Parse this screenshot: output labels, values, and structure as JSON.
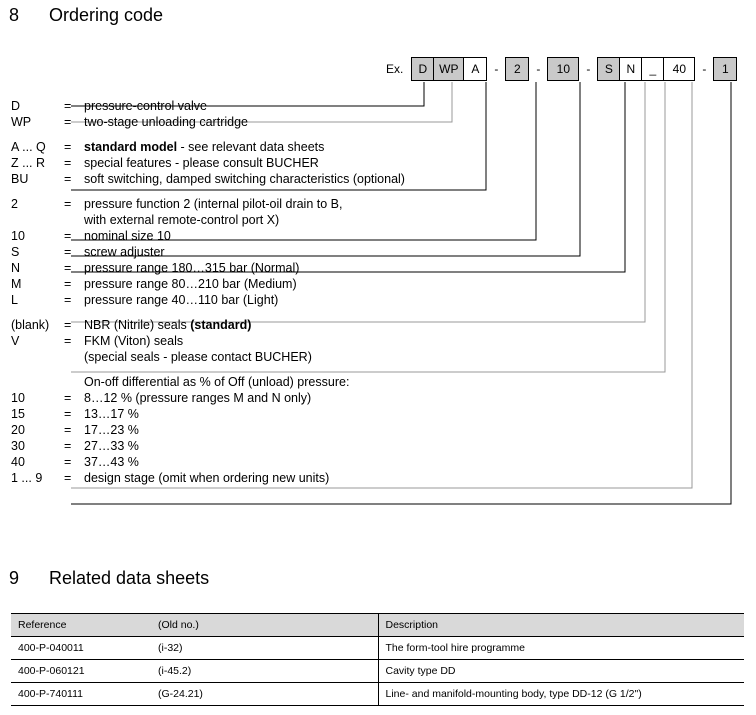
{
  "sections": {
    "ordering": {
      "number": "8",
      "title": "Ordering code"
    },
    "related": {
      "number": "9",
      "title": "Related data sheets"
    }
  },
  "ordering_code": {
    "example_label": "Ex.",
    "groups": [
      {
        "cells": [
          {
            "text": "D",
            "shaded": true
          },
          {
            "text": "WP",
            "shaded": true
          },
          {
            "text": "A",
            "shaded": false
          }
        ]
      },
      {
        "cells": [
          {
            "text": "2",
            "shaded": true
          }
        ]
      },
      {
        "cells": [
          {
            "text": "10",
            "shaded": true
          }
        ]
      },
      {
        "cells": [
          {
            "text": "S",
            "shaded": true
          },
          {
            "text": "N",
            "shaded": false
          },
          {
            "text": "_",
            "shaded": false
          },
          {
            "text": "40",
            "shaded": false
          }
        ]
      },
      {
        "cells": [
          {
            "text": "1",
            "shaded": true
          }
        ]
      }
    ],
    "separator": "-"
  },
  "legend": {
    "eq": "=",
    "rows": [
      {
        "key": "D",
        "value": "pressure-control valve"
      },
      {
        "key": "WP",
        "value": "two-stage unloading cartridge"
      },
      {
        "key": "A ... Q",
        "value_bold": "standard model",
        "value_rest": " - see relevant data sheets"
      },
      {
        "key": "Z ... R",
        "value": "special features - please consult BUCHER"
      },
      {
        "key": "BU",
        "value": "soft switching, damped switching characteristics (optional)"
      },
      {
        "key": "2",
        "value": "pressure function 2 (internal pilot-oil drain to B,\nwith external remote-control port X)"
      },
      {
        "key": "10",
        "value": "nominal size 10"
      },
      {
        "key": "S",
        "value": "screw adjuster"
      },
      {
        "key": "N",
        "value": "pressure range 180…315 bar (Normal)"
      },
      {
        "key": "M",
        "value": "pressure range   80…210 bar (Medium)"
      },
      {
        "key": "L",
        "value": "pressure range   40…110 bar (Light)"
      },
      {
        "key": "(blank)",
        "value_rest": "NBR (Nitrile) seals  ",
        "value_bold_after": "(standard)"
      },
      {
        "key": "V",
        "value": "FKM (Viton) seals"
      },
      {
        "key": "",
        "value": "(special seals - please contact BUCHER)"
      },
      {
        "key": "",
        "value": "On-off differential as % of Off (unload) pressure:",
        "no_eq": true
      },
      {
        "key": "10",
        "value": "  8…12 % (pressure ranges M and N only)"
      },
      {
        "key": "15",
        "value": "13…17 %"
      },
      {
        "key": "20",
        "value": "17…23 %"
      },
      {
        "key": "30",
        "value": "27…33 %"
      },
      {
        "key": "40",
        "value": "37…43 %"
      },
      {
        "key": "1 ... 9",
        "value": "design stage (omit when ordering new units)"
      }
    ]
  },
  "related_table": {
    "columns": [
      "Reference",
      "(Old no.)",
      "Description"
    ],
    "rows": [
      {
        "reference": "400-P-040011",
        "old_no": "(i-32)",
        "description": "The form-tool hire programme"
      },
      {
        "reference": "400-P-060121",
        "old_no": "(i-45.2)",
        "description": "Cavity type DD"
      },
      {
        "reference": "400-P-740111",
        "old_no": "(G-24.21)",
        "description": "Line- and manifold-mounting body, type DD-12 (G 1/2\")"
      }
    ]
  },
  "colors": {
    "shaded_cell": "#c9c9c9",
    "table_header": "#d9d9d9",
    "rule": "#000000"
  }
}
